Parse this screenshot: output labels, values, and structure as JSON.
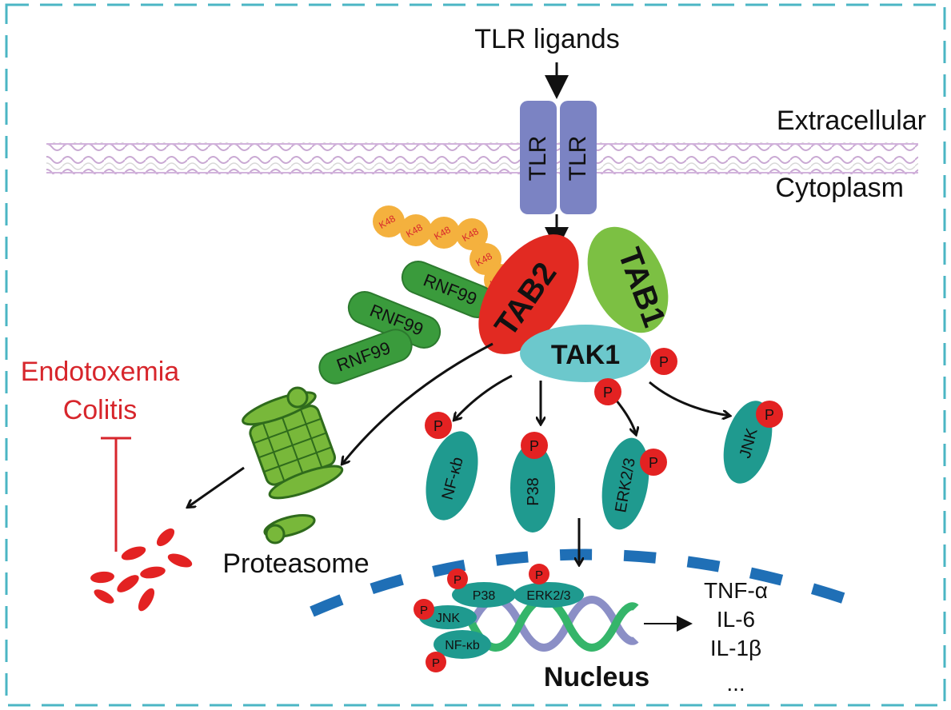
{
  "labels": {
    "tlr_ligands": "TLR ligands",
    "extracellular": "Extracellular",
    "cytoplasm": "Cytoplasm",
    "tlr": "TLR",
    "tab1": "TAB1",
    "tab2": "TAB2",
    "tak1": "TAK1",
    "rnf99": "RNF99",
    "k48": "K48",
    "endotoxemia": "Endotoxemia",
    "colitis": "Colitis",
    "proteasome": "Proteasome",
    "nucleus": "Nucleus",
    "phospho": "P"
  },
  "kinases": {
    "nfkb": "NF-κb",
    "p38": "P38",
    "erk": "ERK2/3",
    "jnk": "JNK"
  },
  "cytokines": [
    "TNF-α",
    "IL-6",
    "IL-1β",
    "..."
  ],
  "colors": {
    "border": "#4bb6c4",
    "tlr": "#7b83c3",
    "membrane": "#c9a9d3",
    "tab1": "#7cc043",
    "tab2": "#e22a22",
    "tak1": "#6cc8cc",
    "rnf99": "#3a9b3c",
    "k48": "#f4b13e",
    "kinase": "#1f9a8f",
    "phospho": "#e32222",
    "proteasome": "#78b83a",
    "nucleus_membrane": "#1f6fb6",
    "dna_a": "#35b56a",
    "dna_b": "#8b8fc6",
    "red_text": "#d7262c"
  }
}
